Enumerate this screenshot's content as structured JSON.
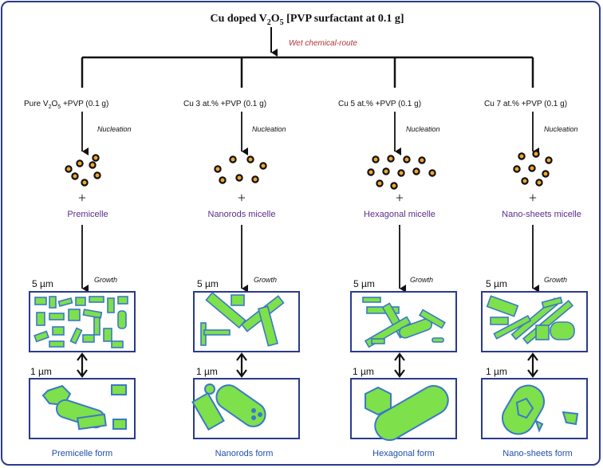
{
  "title": {
    "prefix": "Cu doped V",
    "sub1": "2",
    "mid": "O",
    "sub2": "5",
    "suffix": " [PVP surfactant at 0.1 g]"
  },
  "route_label": "Wet chemical-route",
  "branches": [
    {
      "condition_prefix": "Pure V",
      "condition_sub1": "2",
      "condition_mid": "O",
      "condition_sub2": "5",
      "condition_suffix": " +PVP  (0.1 g)",
      "nucleation": "Nucleation",
      "micelle": "Premicelle",
      "growth": "Growth",
      "scale_top": "5 µm",
      "scale_bottom": "1 µm",
      "form": "Premicelle form"
    },
    {
      "condition_prefix": "Cu 3 at.% +PVP  (0.1 g)",
      "nucleation": "Nucleation",
      "micelle": "Nanorods micelle",
      "growth": "Growth",
      "scale_top": "5 µm",
      "scale_bottom": "1 µm",
      "form": "Nanorods form"
    },
    {
      "condition_prefix": "Cu 5 at.% +PVP  (0.1 g)",
      "nucleation": "Nucleation",
      "micelle": "Hexagonal micelle",
      "growth": "Growth",
      "scale_top": "5 µm",
      "scale_bottom": "1 µm",
      "form": "Hexagonal form"
    },
    {
      "condition_prefix": "Cu 7 at.% +PVP  (0.1 g)",
      "nucleation": "Nucleation",
      "micelle": "Nano-sheets micelle",
      "growth": "Growth",
      "scale_top": "5 µm",
      "scale_bottom": "1 µm",
      "form": "Nano-sheets form"
    }
  ],
  "plus_sign": "+",
  "colors": {
    "frame": "#2b3a8c",
    "route": "#b0333a",
    "micelle_text": "#5a2d8c",
    "form_text": "#1f4fa8",
    "particle_fill": "#7ee04a",
    "particle_stroke": "#3a78c8",
    "dot_fill": "#f2a630",
    "dot_stroke": "#111111"
  }
}
